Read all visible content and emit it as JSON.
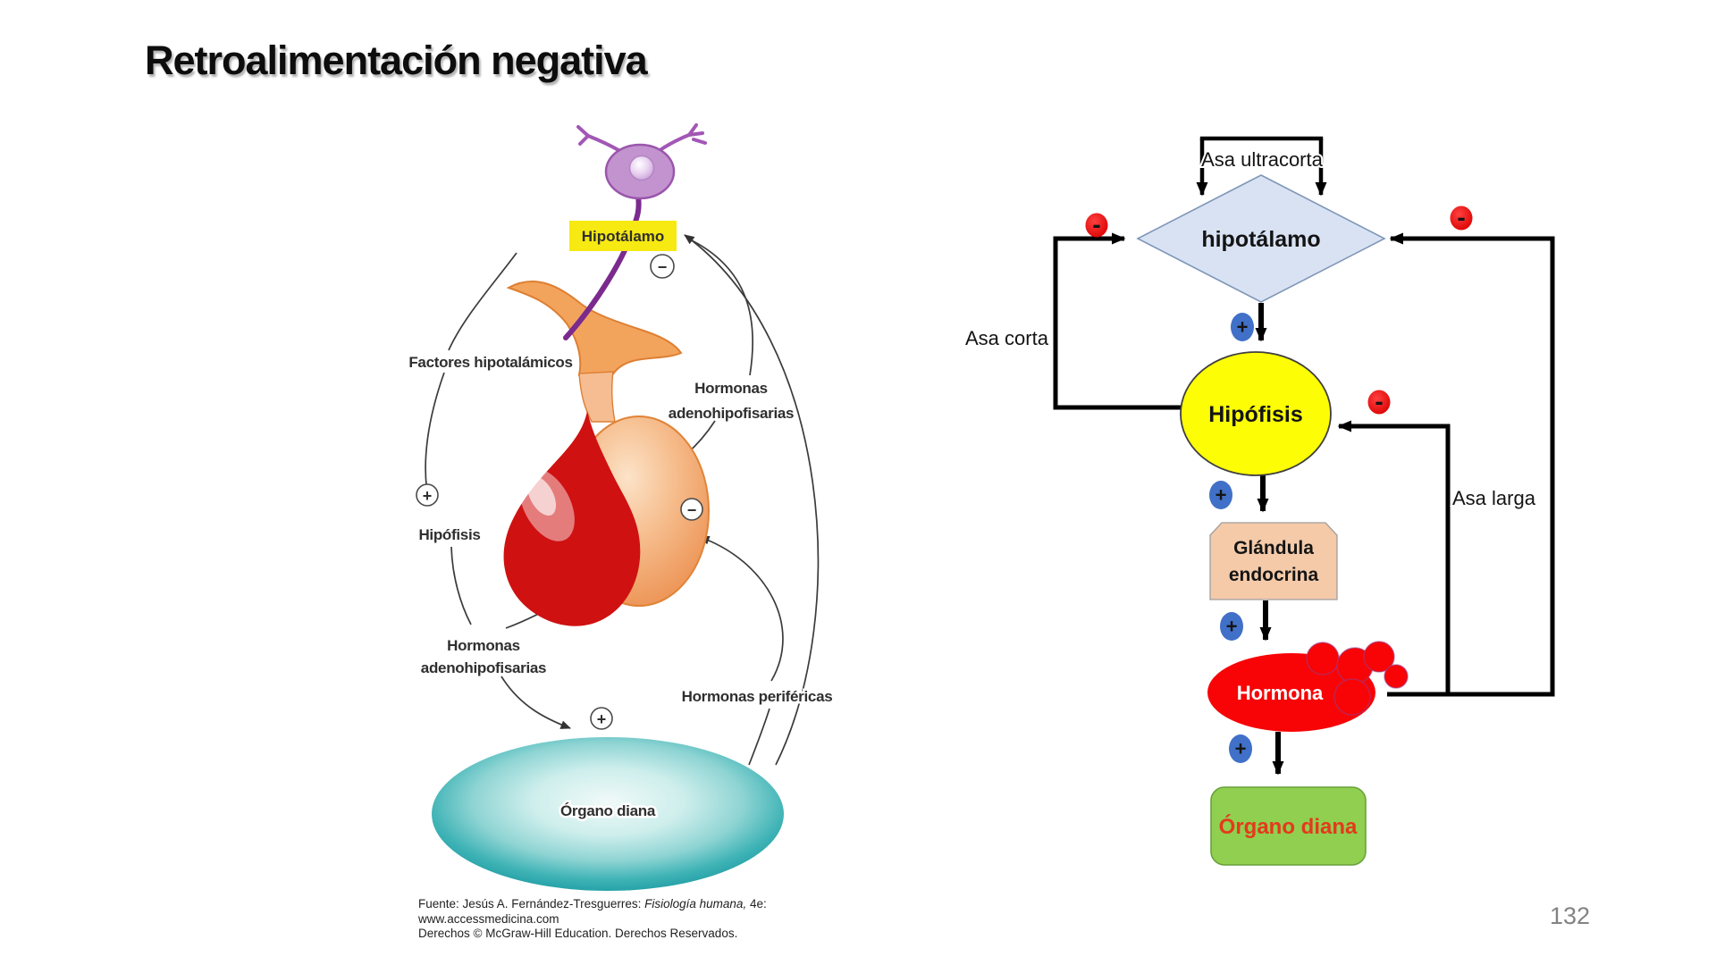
{
  "slide": {
    "title": "Retroalimentación negativa",
    "page_number": "132",
    "background_color": "#ffffff"
  },
  "left_figure": {
    "labels": {
      "hipotalamo_box": "Hipotálamo",
      "factores_hipotalamicos": "Factores hipotalámicos",
      "hormonas_adeno_right_1": "Hormonas",
      "hormonas_adeno_right_2": "adenohipofisarias",
      "hipofisis": "Hipófisis",
      "hormonas_adeno_bottom_1": "Hormonas",
      "hormonas_adeno_bottom_2": "adenohipofisarias",
      "hormonas_perifericas": "Hormonas periféricas",
      "organo_diana": "Órgano diana"
    },
    "signs": {
      "plus": "+",
      "minus": "−"
    },
    "colors": {
      "hipotalamo_box_yellow": "#f7e912",
      "neuron_purple": "#c393cf",
      "axon_purple": "#7b2a8e",
      "gland_orange": "#f3a45c",
      "anterior_lobe_red": "#cf1111",
      "target_organ_teal": "#1b939a"
    },
    "source": {
      "line1_pre": "Fuente: Jesús A. Fernández-Tresguerres: ",
      "line1_italic": "Fisiología humana,",
      "line1_post": " 4e:",
      "line2": "www.accessmedicina.com",
      "line3": "Derechos © McGraw-Hill Education. Derechos Reservados."
    }
  },
  "right_figure": {
    "nodes": {
      "hipotalamo": "hipotálamo",
      "hipofisis": "Hipófisis",
      "glandula_line1": "Glándula",
      "glandula_line2": "endocrina",
      "hormona": "Hormona",
      "organo_diana": "Órgano diana"
    },
    "loops": {
      "ultracorta": "Asa ultracorta",
      "corta": "Asa corta",
      "larga": "Asa larga"
    },
    "signs": {
      "plus": "+",
      "minus": "-"
    },
    "colors": {
      "diamond_fill": "#d9e2f3",
      "hipofisis_yellow": "#fdfd05",
      "glandula_peach": "#f4caa9",
      "hormona_red": "#f80406",
      "organo_green": "#90cf4f",
      "organo_text_red": "#e4391c",
      "plus_blue": "#4070c8",
      "minus_red": "#e60000",
      "line_black": "#000000"
    }
  }
}
